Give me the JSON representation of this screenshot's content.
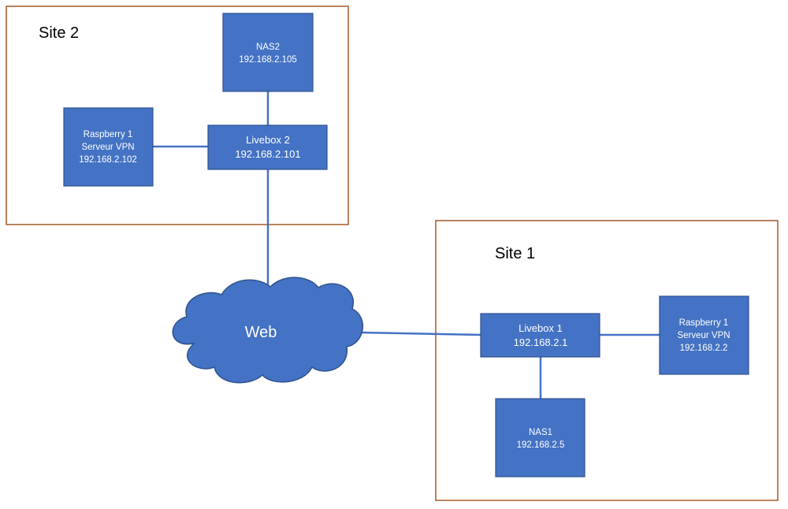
{
  "colors": {
    "node_fill": "#4472c4",
    "node_border": "#2f528f",
    "link": "#4472c4",
    "site_border": "#a65a2a",
    "node_text": "#ffffff"
  },
  "sites": {
    "site2": {
      "title": "Site 2"
    },
    "site1": {
      "title": "Site 1"
    }
  },
  "cloud": {
    "label": "Web"
  },
  "nodes": {
    "nas2": {
      "name": "NAS2",
      "ip": "192.168.2.105"
    },
    "livebox2": {
      "name": "Livebox 2",
      "ip": "192.168.2.101"
    },
    "raspberry_site2": {
      "name": "Raspberry 1",
      "role": "Serveur VPN",
      "ip": "192.168.2.102"
    },
    "livebox1": {
      "name": "Livebox 1",
      "ip": "192.168.2.1"
    },
    "raspberry_site1": {
      "name": "Raspberry 1",
      "role": "Serveur VPN",
      "ip": "192.168.2.2"
    },
    "nas1": {
      "name": "NAS1",
      "ip": "192.168.2.5"
    }
  },
  "links": [
    {
      "from": "nas2",
      "to": "livebox2"
    },
    {
      "from": "raspberry_site2",
      "to": "livebox2"
    },
    {
      "from": "livebox2",
      "to": "cloud"
    },
    {
      "from": "cloud",
      "to": "livebox1"
    },
    {
      "from": "livebox1",
      "to": "raspberry_site1"
    },
    {
      "from": "livebox1",
      "to": "nas1"
    }
  ]
}
